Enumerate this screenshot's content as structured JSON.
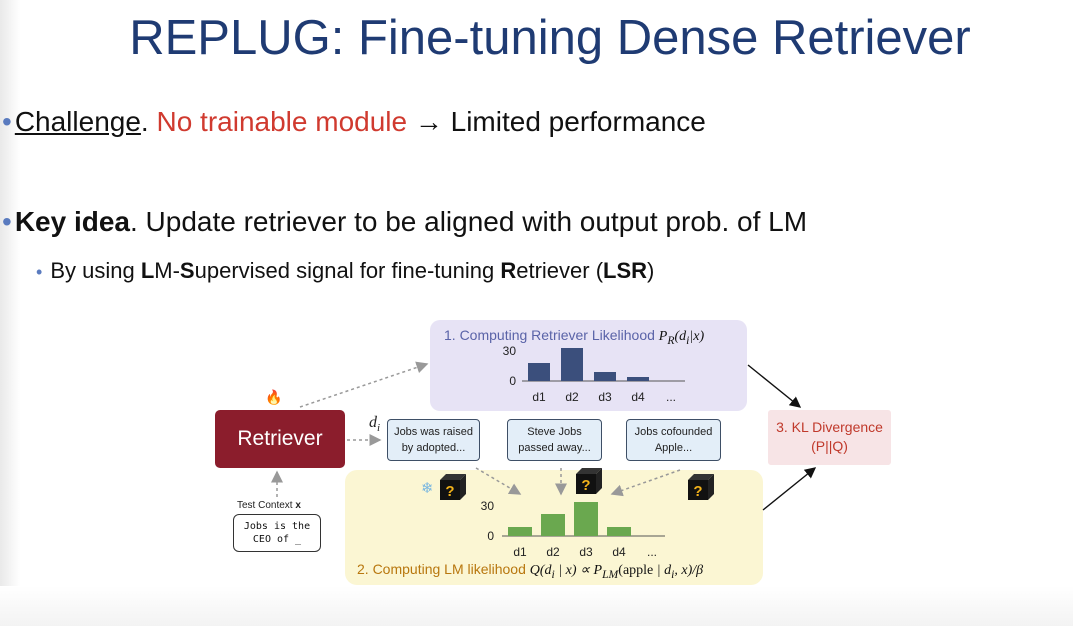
{
  "slide": {
    "title": "REPLUG: Fine-tuning Dense Retriever",
    "bullet1": {
      "label": "Challenge",
      "punct": ".",
      "highlight": "No trainable module",
      "arrow": "→",
      "rest": "Limited performance"
    },
    "bullet2": {
      "label": "Key idea",
      "rest": ". Update retriever to be aligned with output prob. of LM"
    },
    "sub_bullet": {
      "prefix": "By using ",
      "l": "L",
      "m": "M-",
      "s": "S",
      "upervised": "upervised signal for fine-tuning ",
      "r": "R",
      "etriever": "etriever (",
      "lsr": "LSR",
      "close": ")"
    }
  },
  "diagram": {
    "retriever_label": "Retriever",
    "fire_emoji": "🔥",
    "snow_emoji": "❄",
    "di": "d",
    "di_sub": "i",
    "test_context_label": "Test Context ",
    "test_context_x": "x",
    "test_context_line1": "Jobs is the",
    "test_context_line2": "CEO of _",
    "docs": [
      {
        "line1": "Jobs was raised",
        "line2": "by adopted..."
      },
      {
        "line1": "Steve Jobs",
        "line2": "passed away..."
      },
      {
        "line1": "Jobs cofounded",
        "line2": "Apple..."
      }
    ],
    "question_mark": "?",
    "panel_retriever_title": "1. Computing Retriever Likelihood",
    "panel_retriever_formula": "P",
    "panel_retriever_formula_sub": "R",
    "panel_retriever_formula_rest": "(d",
    "panel_retriever_formula_i": "i",
    "panel_retriever_formula_end": "|x)",
    "panel_lm_title": "2. Computing LM likelihood",
    "panel_lm_formula_q": "Q(d",
    "panel_lm_formula_i": "i",
    "panel_lm_formula_mid": " | x) ∝ P",
    "panel_lm_formula_sub": "LM",
    "panel_lm_formula_apple": "(apple",
    "panel_lm_formula_tail": " | d",
    "panel_lm_formula_tail_i": "i",
    "panel_lm_formula_end": ", x)/β",
    "kl_line1": "3. KL Divergence",
    "kl_line2": "(P||Q)"
  },
  "chart_data": [
    {
      "type": "bar",
      "categories": [
        "d1",
        "d2",
        "d3",
        "d4",
        "..."
      ],
      "values": [
        18,
        33,
        9,
        4,
        0
      ],
      "yticks": [
        0,
        30
      ],
      "ylim": [
        0,
        36
      ],
      "color": "#3b4f7c"
    },
    {
      "type": "bar",
      "categories": [
        "d1",
        "d2",
        "d3",
        "d4",
        "..."
      ],
      "values": [
        9,
        22,
        34,
        9,
        0
      ],
      "yticks": [
        0,
        30
      ],
      "ylim": [
        0,
        36
      ],
      "color": "#6aa84f"
    }
  ]
}
